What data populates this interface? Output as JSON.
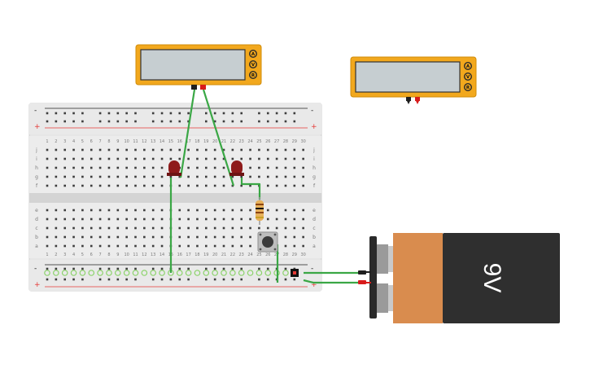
{
  "canvas": {
    "background": "#ffffff"
  },
  "multimeters": [
    {
      "id": "multimeter-1",
      "buttons": [
        "A",
        "V",
        "R"
      ],
      "body_color": "#f2a81d",
      "screen_color": "#c6ced1"
    },
    {
      "id": "multimeter-2",
      "buttons": [
        "A",
        "V",
        "R"
      ],
      "body_color": "#f2a81d",
      "screen_color": "#c6ced1"
    }
  ],
  "breadboard": {
    "columns": [
      "1",
      "2",
      "3",
      "4",
      "5",
      "6",
      "7",
      "8",
      "9",
      "10",
      "11",
      "12",
      "13",
      "14",
      "15",
      "16",
      "17",
      "18",
      "19",
      "20",
      "21",
      "22",
      "23",
      "24",
      "25",
      "26",
      "27",
      "28",
      "29",
      "30"
    ],
    "rows_top": [
      "j",
      "i",
      "h",
      "g",
      "f"
    ],
    "rows_bottom": [
      "e",
      "d",
      "c",
      "b",
      "a"
    ],
    "rail_minus": "-",
    "rail_plus": "+",
    "rail_red": "#e53935",
    "rail_blue": "#222222"
  },
  "components": {
    "leds": [
      {
        "id": "led-1",
        "color": "#8e1b1b"
      },
      {
        "id": "led-2",
        "color": "#8e1b1b"
      }
    ],
    "resistor": {
      "id": "resistor-1",
      "body_color": "#e8b15a"
    },
    "pushbutton": {
      "id": "pushbutton-1"
    },
    "battery": {
      "label": "9V",
      "case_color": "#2f2f2f",
      "band_color": "#d98c4e"
    }
  },
  "wires": {
    "color": "#3aa745"
  },
  "probes": {
    "black": "#1e1e1e",
    "red": "#d81b1b"
  }
}
